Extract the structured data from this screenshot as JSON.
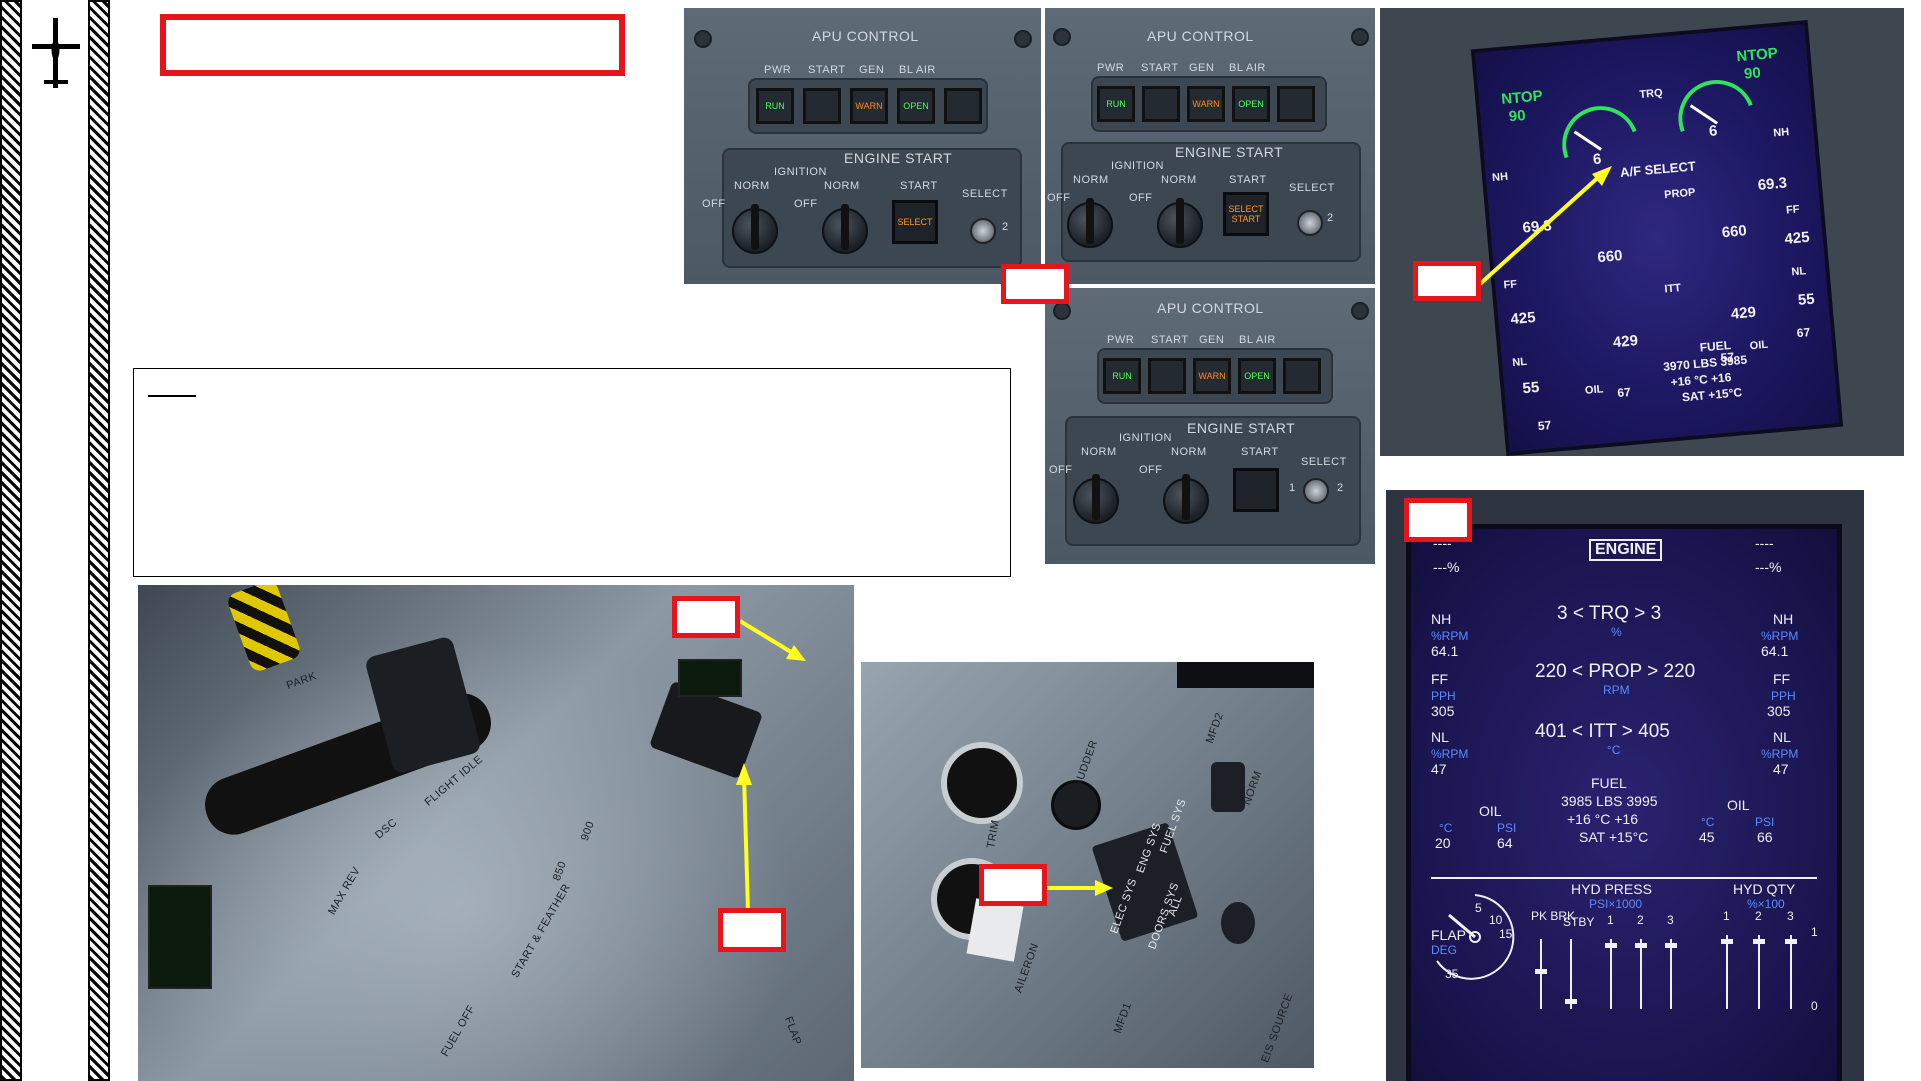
{
  "apu_panel_1": {
    "title": "APU CONTROL",
    "labels": {
      "pwr": "PWR",
      "start": "START",
      "gen": "GEN",
      "bl_air": "BL AIR"
    },
    "lights": {
      "run": "RUN",
      "warn": "WARN",
      "open": "OPEN"
    },
    "engine_start_title": "ENGINE START",
    "ignition": "IGNITION",
    "norm_1": "NORM",
    "norm_2": "NORM",
    "off_1": "OFF",
    "off_2": "OFF",
    "start": "START",
    "select": "SELECT",
    "select_button": "SELECT",
    "pos_2": "2"
  },
  "apu_panel_2": {
    "title": "APU CONTROL",
    "labels": {
      "pwr": "PWR",
      "start": "START",
      "gen": "GEN",
      "bl_air": "BL AIR"
    },
    "lights": {
      "run": "RUN",
      "warn": "WARN",
      "open": "OPEN"
    },
    "engine_start_title": "ENGINE START",
    "ignition": "IGNITION",
    "norm_1": "NORM",
    "norm_2": "NORM",
    "off_1": "OFF",
    "off_2": "OFF",
    "start": "START",
    "select": "SELECT",
    "select_button_top": "SELECT",
    "select_button_bottom": "START",
    "pos_2": "2"
  },
  "apu_panel_3": {
    "title": "APU CONTROL",
    "labels": {
      "pwr": "PWR",
      "start": "START",
      "gen": "GEN",
      "bl_air": "BL AIR"
    },
    "lights": {
      "run": "RUN",
      "warn": "WARN",
      "open": "OPEN"
    },
    "engine_start_title": "ENGINE START",
    "ignition": "IGNITION",
    "norm_1": "NORM",
    "norm_2": "NORM",
    "off_1": "OFF",
    "off_2": "OFF",
    "start": "START",
    "select": "SELECT",
    "pos_1": "1",
    "pos_2": "2"
  },
  "ed_display": {
    "ntop_left": "NTOP",
    "ntop_left_val": "90",
    "ntop_right": "NTOP",
    "ntop_right_val": "90",
    "trq": "TRQ",
    "trq_left": "6",
    "trq_right": "6",
    "af_select": "A/F SELECT",
    "nh_label": "NH",
    "nh_left": "69.3",
    "nh_right": "69.3",
    "prop": "PROP",
    "prop_left": "660",
    "prop_right": "660",
    "ff_label": "FF",
    "ff_left": "425",
    "ff_right": "425",
    "itt": "ITT",
    "itt_left": "429",
    "itt_right": "429",
    "nl_label": "NL",
    "nl_left": "55",
    "nl_right": "55",
    "oil": "OIL",
    "oil_left_temp": "57",
    "oil_left_psi": "67",
    "oil_right_temp": "57",
    "oil_right_psi": "67",
    "fuel": "FUEL",
    "fuel_values": "3970 LBS 3985",
    "fuel_temps": "+16 °C +16",
    "sat": "SAT +15°C"
  },
  "engine_page": {
    "title": "ENGINE",
    "dashes_left": "----",
    "pct_left": "---%",
    "dashes_right": "----",
    "pct_right": "---%",
    "nh": "NH",
    "nh_unit": "%RPM",
    "nh_left": "64.1",
    "nh_right": "64.1",
    "trq_row": "3 < TRQ > 3",
    "trq_unit": "%",
    "ff": "FF",
    "ff_unit": "PPH",
    "ff_left": "305",
    "ff_right": "305",
    "prop_row": "220 < PROP > 220",
    "prop_unit": "RPM",
    "nl": "NL",
    "nl_unit": "%RPM",
    "nl_left": "47",
    "nl_right": "47",
    "itt_row": "401 < ITT > 405",
    "itt_unit": "°C",
    "fuel": "FUEL",
    "fuel_values": "3985 LBS 3995",
    "fuel_temps": "+16 °C +16",
    "sat": "SAT +15°C",
    "oil": "OIL",
    "oil_left_c": "°C",
    "oil_left_psi": "PSI",
    "oil_left_temp": "20",
    "oil_left_press": "64",
    "oil_right_c": "°C",
    "oil_right_psi": "PSI",
    "oil_right_temp": "45",
    "oil_right_press": "66",
    "flap": "FLAP",
    "flap_unit": "DEG",
    "flap_marks": [
      "5",
      "10",
      "15",
      "35"
    ],
    "hyd_press": "HYD PRESS",
    "hyd_press_unit": "PSI×1000",
    "hyd_qty": "HYD QTY",
    "hyd_qty_unit": "%×100",
    "pk_brk": "PK BRK",
    "stby": "STBY",
    "press_cols": [
      "1",
      "2",
      "3"
    ],
    "qty_cols": [
      "1",
      "2",
      "3"
    ],
    "qty_scale_top": "1",
    "qty_scale_bottom": "0"
  },
  "throttle_labels": {
    "park": "PARK",
    "flight_idle": "FLIGHT IDLE",
    "dsc": "DSC",
    "max_rev": "MAX REV",
    "start_feather": "START & FEATHER",
    "fuel_off": "FUEL OFF",
    "flap": "FLAP",
    "nine_hundred": "900",
    "eight_fifty": "850"
  },
  "overhead_labels": {
    "rudder": "RUDDER",
    "eng_sys": "ENG SYS",
    "fuel_sys": "FUEL SYS",
    "elec_sys": "ELEC SYS",
    "doors_sys": "DOORS SYS",
    "all": "ALL",
    "aileron": "AILERON",
    "trim": "TRIM",
    "mfd1": "MFD1",
    "mfd2": "MFD2",
    "norm": "NORM",
    "eng_source": "EIS SOURCE"
  }
}
